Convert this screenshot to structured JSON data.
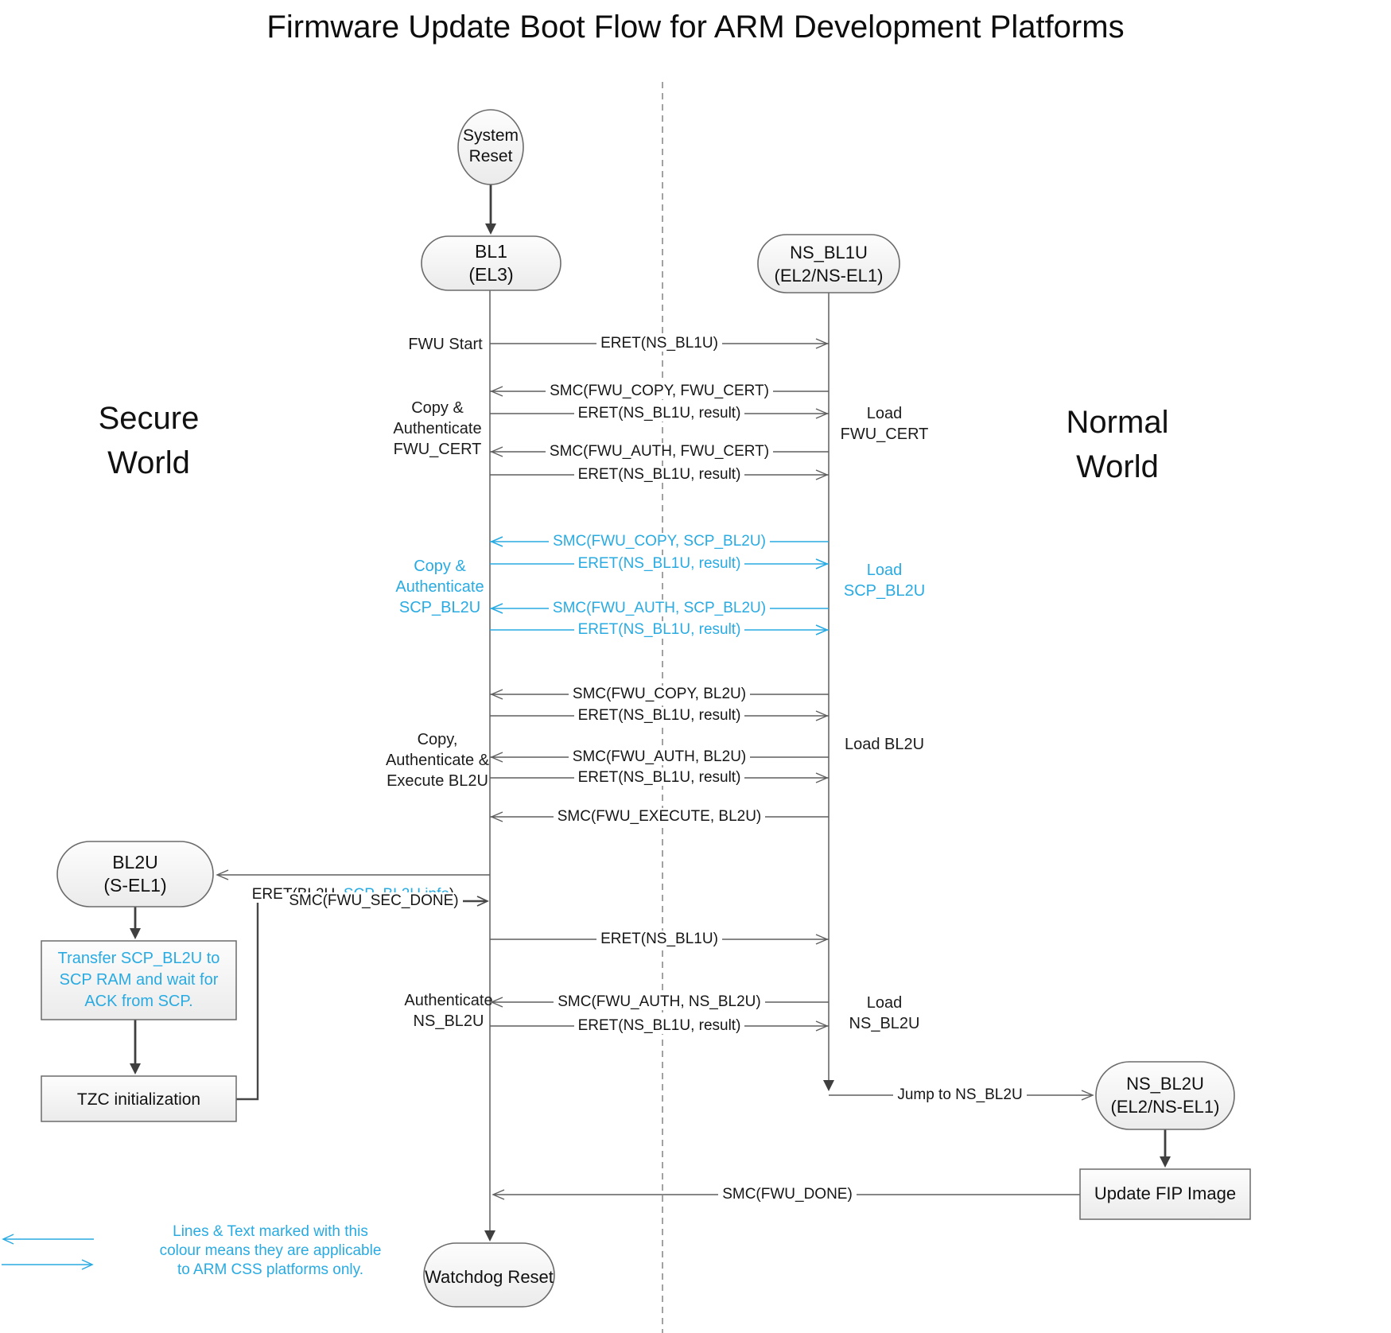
{
  "title": "Firmware Update Boot Flow for ARM Development Platforms",
  "regions": {
    "secure_world": "Secure\nWorld",
    "normal_world": "Normal\nWorld"
  },
  "nodes": {
    "system_reset": "System\nReset",
    "bl1": "BL1\n(EL3)",
    "ns_bl1u": "NS_BL1U\n(EL2/NS-EL1)",
    "bl2u": "BL2U\n(S-EL1)",
    "transfer_scp": "Transfer SCP_BL2U to\nSCP RAM and wait for\nACK from SCP.",
    "tzc": "TZC initialization",
    "ns_bl2u": "NS_BL2U\n(EL2/NS-EL1)",
    "update_fip": "Update FIP Image",
    "watchdog_reset": "Watchdog Reset"
  },
  "phase_labels": {
    "fwu_start": "FWU Start",
    "copy_auth_fwu_cert": "Copy &\nAuthenticate\nFWU_CERT",
    "copy_auth_scp_bl2u": "Copy &\nAuthenticate\nSCP_BL2U",
    "copy_auth_exec_bl2u": "Copy,\nAuthenticate &\nExecute BL2U",
    "auth_ns_bl2u": "Authenticate\nNS_BL2U",
    "load_fwu_cert": "Load\nFWU_CERT",
    "load_scp_bl2u": "Load\nSCP_BL2U",
    "load_bl2u": "Load BL2U",
    "load_ns_bl2u": "Load\nNS_BL2U"
  },
  "messages": [
    {
      "label": "ERET(NS_BL1U)",
      "direction": "right",
      "style": "black"
    },
    {
      "label": "SMC(FWU_COPY, FWU_CERT)",
      "direction": "left",
      "style": "black"
    },
    {
      "label": "ERET(NS_BL1U, result)",
      "direction": "right",
      "style": "black"
    },
    {
      "label": "SMC(FWU_AUTH, FWU_CERT)",
      "direction": "left",
      "style": "black"
    },
    {
      "label": "ERET(NS_BL1U, result)",
      "direction": "right",
      "style": "black"
    },
    {
      "label": "SMC(FWU_COPY, SCP_BL2U)",
      "direction": "left",
      "style": "arm-css-blue"
    },
    {
      "label": "ERET(NS_BL1U, result)",
      "direction": "right",
      "style": "arm-css-blue"
    },
    {
      "label": "SMC(FWU_AUTH, SCP_BL2U)",
      "direction": "left",
      "style": "arm-css-blue"
    },
    {
      "label": "ERET(NS_BL1U, result)",
      "direction": "right",
      "style": "arm-css-blue"
    },
    {
      "label": "SMC(FWU_COPY, BL2U)",
      "direction": "left",
      "style": "black"
    },
    {
      "label": "ERET(NS_BL1U, result)",
      "direction": "right",
      "style": "black"
    },
    {
      "label": "SMC(FWU_AUTH, BL2U)",
      "direction": "left",
      "style": "black"
    },
    {
      "label": "ERET(NS_BL1U, result)",
      "direction": "right",
      "style": "black"
    },
    {
      "label": "SMC(FWU_EXECUTE, BL2U)",
      "direction": "left",
      "style": "black"
    },
    {
      "label": "ERET(NS_BL1U)",
      "direction": "right",
      "style": "black"
    },
    {
      "label": "SMC(FWU_AUTH, NS_BL2U)",
      "direction": "left",
      "style": "black"
    },
    {
      "label": "ERET(NS_BL1U, result)",
      "direction": "right",
      "style": "black"
    }
  ],
  "flow_messages": {
    "eret_bl2u_prefix": "ERET(BL2U, ",
    "eret_bl2u_highlight": "SCP_BL2U info",
    "eret_bl2u_suffix": ")",
    "smc_fwu_sec_done": "SMC(FWU_SEC_DONE)",
    "jump_to_ns_bl2u": "Jump to NS_BL2U",
    "smc_fwu_done": "SMC(FWU_DONE)"
  },
  "legend": {
    "text": "Lines & Text marked with this\ncolour means they are applicable\nto ARM CSS platforms only."
  },
  "colors": {
    "arm_css_blue": "#29abe2",
    "line_gray": "#5f5f5f",
    "flow_dark": "#3f3f3f",
    "node_border": "#6b6b6b",
    "node_fill_top": "#fdfdfd",
    "node_fill_bottom": "#ebebeb"
  }
}
